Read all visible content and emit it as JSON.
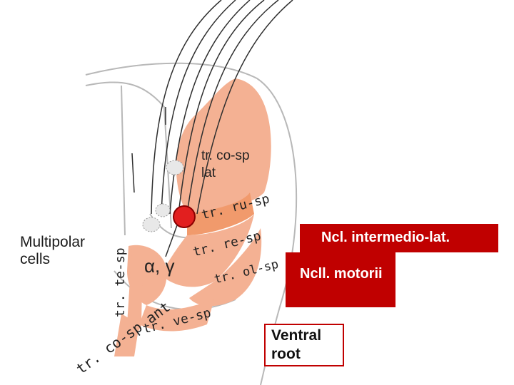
{
  "colors": {
    "accent_red": "#c00000",
    "tract_salmon": "#f4b193",
    "tract_orange": "#f19a6c",
    "neuron_red": "#e21f1f",
    "outline_gray": "#b8b8b8",
    "fiber_dark": "#2e2e2e"
  },
  "labels": {
    "co_sp_lat_line1": "tr. co-sp",
    "co_sp_lat_line2": "lat",
    "ru_sp": "tr. ru-sp",
    "re_sp": "tr. re-sp",
    "ol_sp": "tr. ol-sp",
    "ve_sp": "tr. ve-sp",
    "te_sp": "tr. te-sp",
    "co_sp_ant": "tr. co-sp ant",
    "alpha_gamma": "α, γ",
    "multipolar_line1": "Multipolar",
    "multipolar_line2": "cells"
  },
  "boxes": {
    "intermedio_lat": "Ncl. intermedio-lat.",
    "motorii": "Ncll. motorii",
    "ventral_root_line1": "Ventral",
    "ventral_root_line2": "root"
  },
  "icons": {
    "neuron": "red-circle-neuron-icon",
    "fibers": "descending-fiber-lines-icon"
  }
}
